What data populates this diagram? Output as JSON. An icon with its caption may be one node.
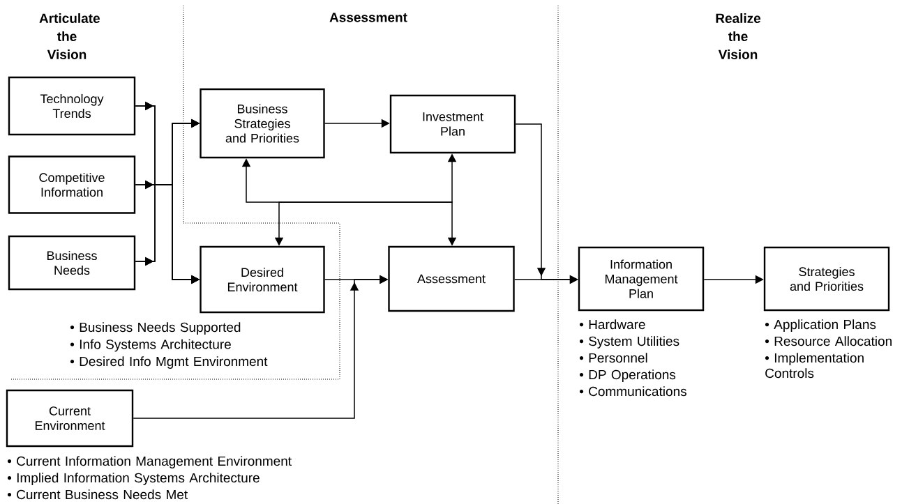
{
  "diagram": {
    "nodes": [
      {
        "text": [
          "Technology Trends"
        ]
      },
      {
        "text": [
          "Competitive Information"
        ]
      },
      {
        "text": [
          "Business Needs"
        ]
      },
      {
        "text": [
          "Business Strategies and Priorities"
        ]
      },
      {
        "text": [
          "Investment Plan"
        ]
      },
      {
        "text": [
          "Desired Environment"
        ],
        "beside": [
          "• Business Needs Supported",
          "• Info Systems Architecture",
          "• Desired Info Mgmt Environment"
        ]
      },
      {
        "text": [
          "Assessment"
        ]
      },
      {
        "text": [
          "Current Environment"
        ],
        "beside": [
          "• Current Information Management Environment",
          "• Implied Information Systems Architecture",
          "• Current Business Needs Met"
        ]
      },
      {
        "text": [
          "Information Management Plan"
        ],
        "beside": [
          "• Hardware",
          "• System Utilities",
          "• Personnel",
          "• DP Operations",
          "• Communications"
        ]
      },
      {
        "text": [
          "Strategies and Priorities"
        ],
        "beside": [
          "• Application Plans",
          "• Resource Allocation",
          "• Implementation Controls"
        ]
      }
    ],
    "edges": [
      {
        "from": 0,
        "to": 3,
        "arrow": "to"
      },
      {
        "from": 0,
        "to": 5,
        "arrow": "to"
      },
      {
        "from": 1,
        "to": 3,
        "arrow": "to"
      },
      {
        "from": 1,
        "to": 5,
        "arrow": "to"
      },
      {
        "from": 2,
        "to": 3,
        "arrow": "to"
      },
      {
        "from": 2,
        "to": 5,
        "arrow": "to"
      },
      {
        "from": 3,
        "to": 4,
        "arrow": "to"
      },
      {
        "from": 3,
        "to": 4,
        "arrow": "both"
      },
      {
        "from": 5,
        "to": 6,
        "arrow": "both"
      },
      {
        "from": 5,
        "to": 6,
        "arrow": "to"
      },
      {
        "from": 7,
        "to": 6,
        "arrow": "to"
      },
      {
        "from": 4,
        "to": 8,
        "arrow": "to"
      },
      {
        "from": 6,
        "to": 8,
        "arrow": "to"
      },
      {
        "from": 8,
        "to": 9,
        "arrow": "to"
      }
    ],
    "labels": [
      "Articulate the Vision",
      "Assessment",
      "Realize the Vision"
    ]
  }
}
